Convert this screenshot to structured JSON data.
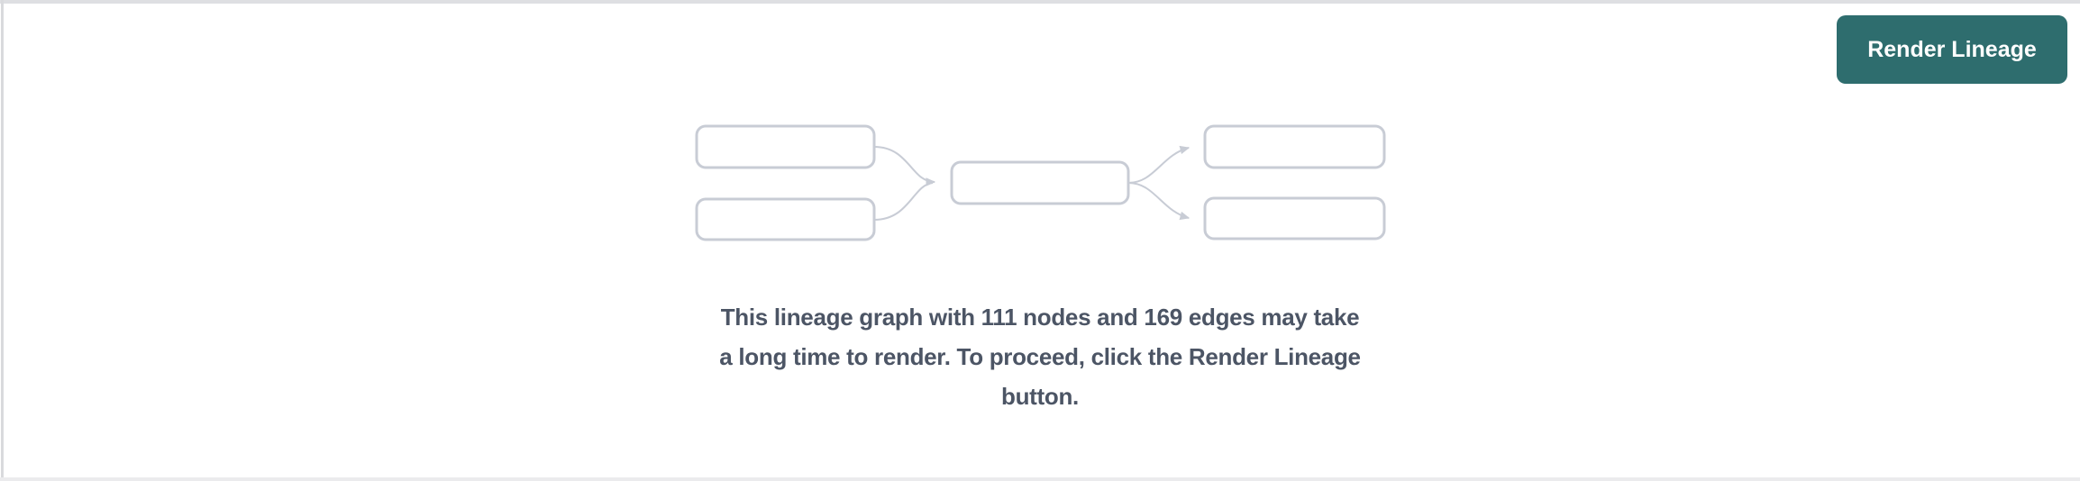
{
  "header": {
    "render_button_label": "Render Lineage"
  },
  "empty_state": {
    "message_lines": [
      "This lineage graph with 111 nodes and 169 edges may take",
      "a long time to render. To proceed, click the Render Lineage",
      "button."
    ],
    "node_count": "111",
    "edge_count": "169"
  },
  "diagram": {
    "description": "placeholder lineage graph: 2 source nodes feeding 1 middle node feeding 2 target nodes",
    "node_count": 5,
    "edge_count": 4
  },
  "colors": {
    "accent_teal": "#2e6d6e",
    "button_text": "#ffffff",
    "diagram_stroke": "#c8ccd5",
    "message_text": "#4c5565",
    "top_border": "#dedfe2",
    "left_border": "#d9dadd",
    "bottom_strip": "#ebebed"
  }
}
